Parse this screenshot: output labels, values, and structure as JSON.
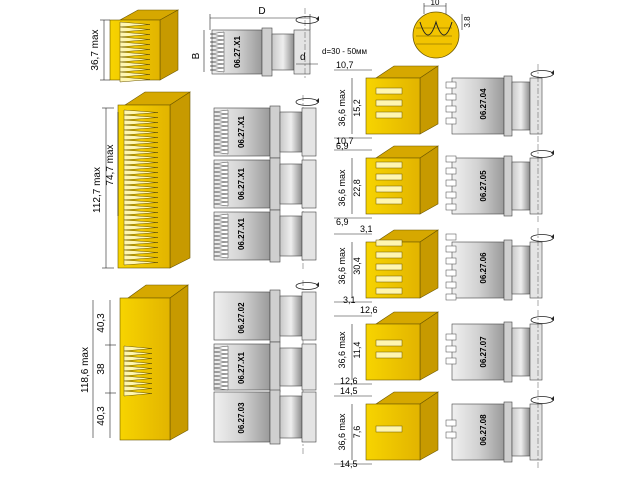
{
  "colors": {
    "wood": "#f2c400",
    "wood_edge": "#6b5600",
    "cutter_light": "#d9d9d9",
    "cutter_mid": "#b4b4b4",
    "cutter_dark": "#8a8a8a",
    "line": "#222222",
    "background": "#ffffff"
  },
  "icons": [
    "rotation-arrow-icon"
  ],
  "top": {
    "dim_D": "D",
    "dim_B": "B",
    "dim_d": "d",
    "bore_note": "d=30 - 50мм",
    "detail_width": "10",
    "detail_depth": "3.8",
    "height_max": "36,7 max",
    "cutter_code": "06.27.X1"
  },
  "stack3": {
    "height_total": "112,7 max",
    "height_inner": "74,7 max",
    "cutter_codes": [
      "06.27.X1",
      "06.27.X1",
      "06.27.X1"
    ]
  },
  "combo": {
    "height_total": "118,6 max",
    "section_top": "40,3",
    "section_mid": "38",
    "section_bot": "40,3",
    "cutter_codes": [
      "06.27.02",
      "06.27.X1",
      "06.27.03"
    ]
  },
  "profiles": [
    {
      "offset": "10,7",
      "finger_len": "15,2",
      "height": "36,6 max",
      "cutter_code": "06.27.04",
      "fingers": 3
    },
    {
      "offset": "6,9",
      "finger_len": "22,8",
      "height": "36,6 max",
      "cutter_code": "06.27.05",
      "fingers": 4
    },
    {
      "offset": "3,1",
      "finger_len": "30,4",
      "height": "36,6 max",
      "cutter_code": "06.27.06",
      "fingers": 5
    },
    {
      "offset": "12,6",
      "finger_len": "11,4",
      "height": "36,6 max",
      "cutter_code": "06.27.07",
      "fingers": 2
    },
    {
      "offset": "14,5",
      "finger_len": "7,6",
      "height": "36,6 max",
      "cutter_code": "06.27.08",
      "fingers": 1
    }
  ]
}
